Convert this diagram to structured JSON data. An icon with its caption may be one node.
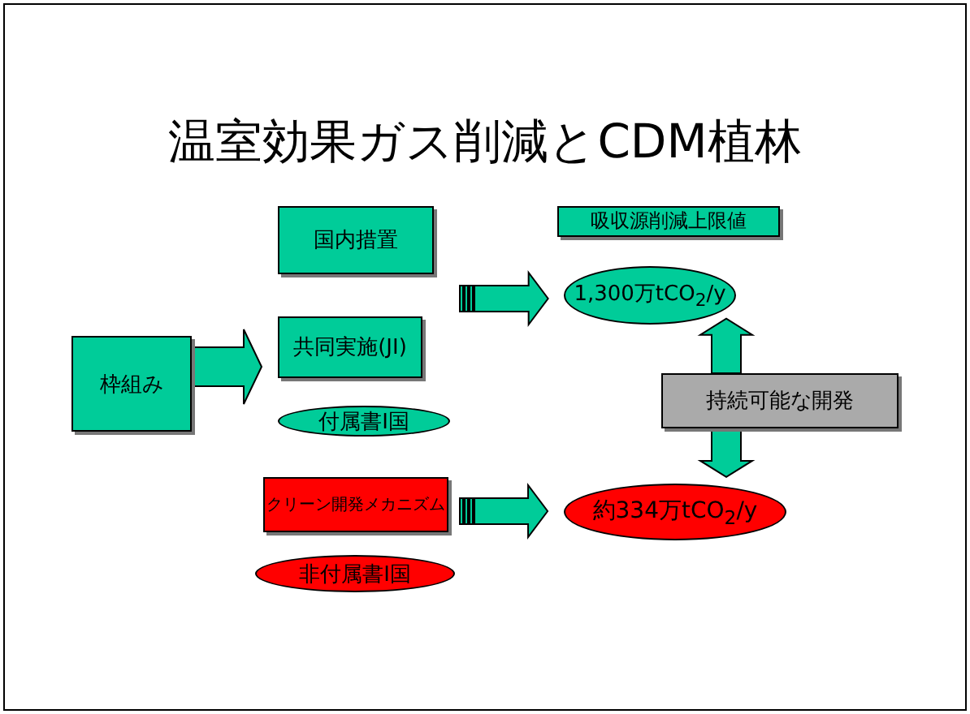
{
  "diagram": {
    "title": "温室効果ガス削減とCDM植林",
    "nodes": [
      {
        "text": [
          "枠組み"
        ]
      },
      {
        "text": [
          "国内措置"
        ]
      },
      {
        "text": [
          "共同実施(JI)"
        ]
      },
      {
        "text": [
          "付属書Ⅰ国"
        ]
      },
      {
        "text": [
          "クリーン開発メカニズム"
        ]
      },
      {
        "text": [
          "非付属書Ⅰ国"
        ]
      },
      {
        "text": [
          "吸収源削減上限値"
        ]
      },
      {
        "text": [
          "1,300万tCO$_{2}$/y"
        ]
      },
      {
        "text": [
          "持続可能な開発"
        ]
      },
      {
        "text": [
          "約334万tCO$_{2}$/y"
        ]
      }
    ],
    "edges": [
      {
        "from": 0,
        "to": 2,
        "arrow": "to"
      },
      {
        "from": null,
        "to": 7,
        "arrow": "to"
      },
      {
        "from": null,
        "to": 9,
        "arrow": "to"
      },
      {
        "from": 8,
        "to": 7,
        "arrow": "to"
      },
      {
        "from": 8,
        "to": 9,
        "arrow": "to"
      }
    ]
  }
}
